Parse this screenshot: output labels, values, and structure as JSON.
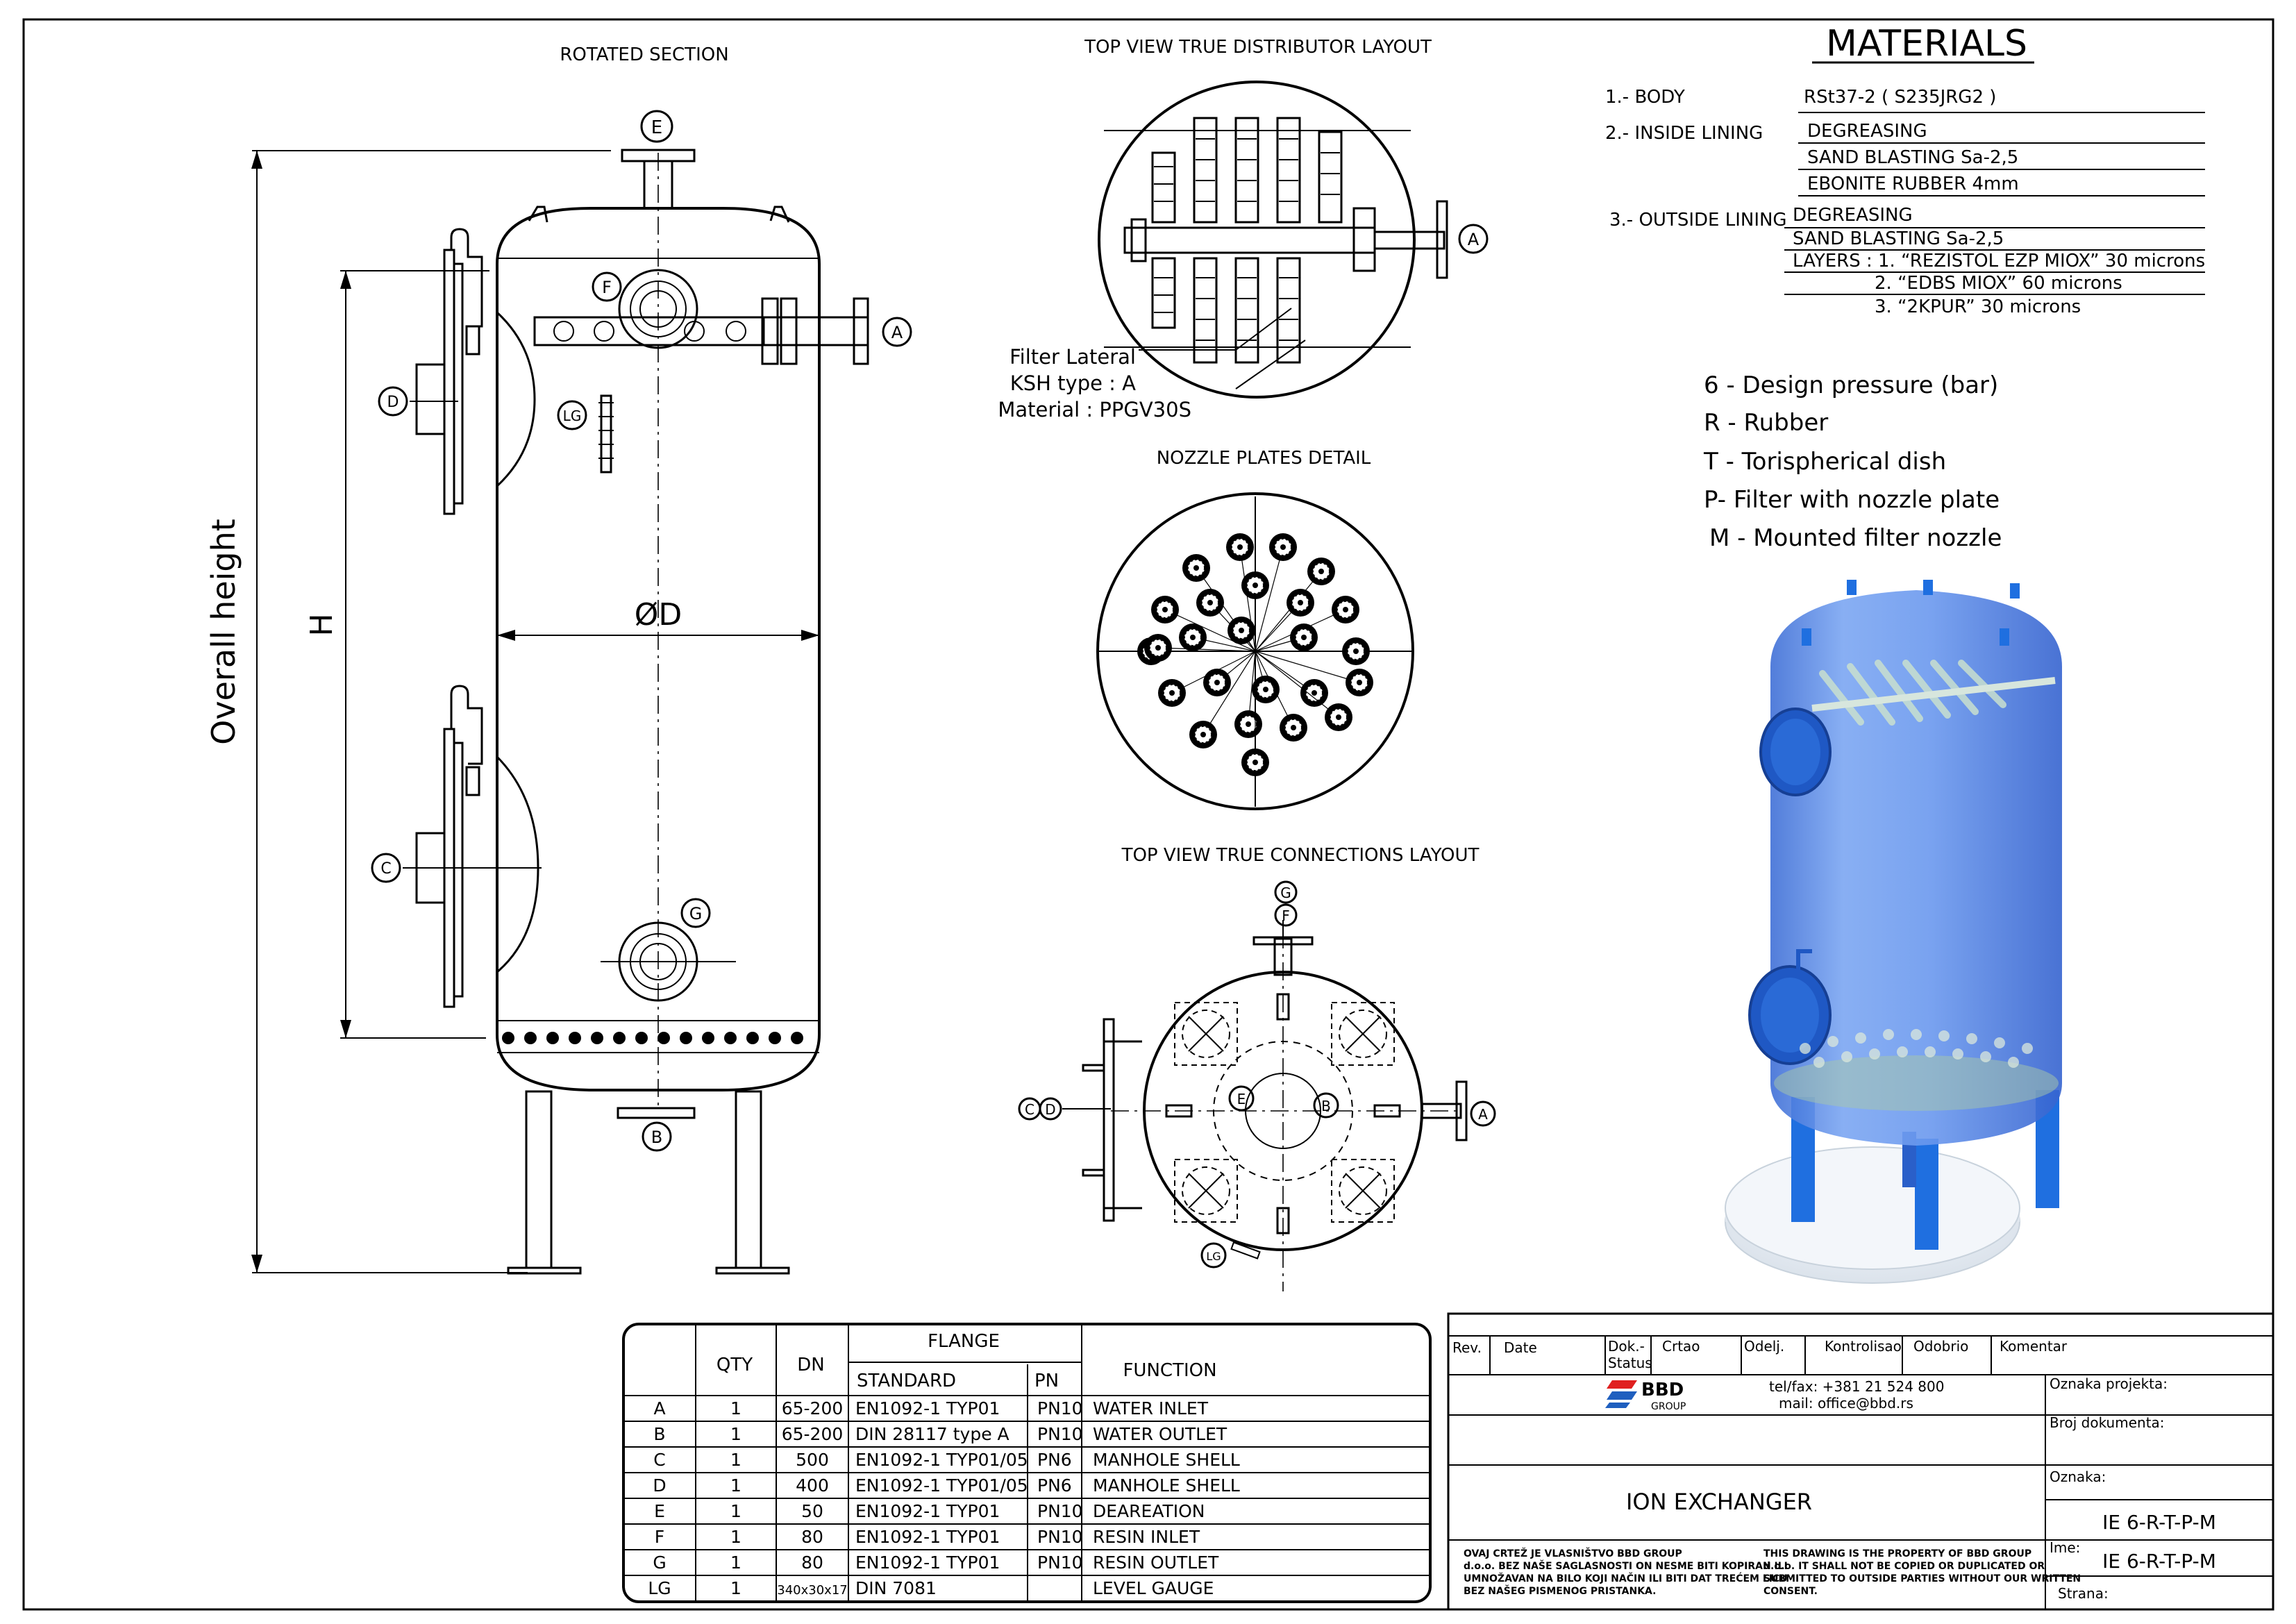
{
  "views": {
    "rotated_section": "ROTATED SECTION",
    "distributor": "TOP VIEW TRUE DISTRIBUTOR LAYOUT",
    "nozzle_plates": "NOZZLE PLATES DETAIL",
    "connections": "TOP VIEW TRUE CONNECTIONS LAYOUT"
  },
  "dimensions": {
    "overall": "Overall height",
    "h": "H",
    "d": "ØD"
  },
  "filter_note": [
    "Filter Lateral",
    "KSH type : A",
    "Material : PPGV30S"
  ],
  "nozzle_tags": [
    "A",
    "B",
    "C",
    "D",
    "E",
    "F",
    "G",
    "LG"
  ],
  "materials": {
    "title": "MATERIALS",
    "body_label": "1.-  BODY",
    "body_value": "RSt37-2 ( S235JRG2 )",
    "inside_label": "2.-  INSIDE LINING",
    "inside_lines": [
      "DEGREASING",
      "SAND BLASTING Sa-2,5",
      "EBONITE RUBBER 4mm"
    ],
    "outside_label": "3.- OUTSIDE LINING",
    "outside_lines": [
      "DEGREASING",
      "SAND BLASTING Sa-2,5",
      "LAYERS :  1.  “REZISTOL EZP MIOX” 30 microns",
      "2. “EDBS MIOX” 60 microns",
      "3. “2KPUR” 30 microns"
    ]
  },
  "legend": [
    "6 - Design pressure (bar)",
    "R - Rubber",
    "T - Torispherical dish",
    "P- Filter with nozzle plate",
    "M - Mounted filter nozzle"
  ],
  "nozzle_table": {
    "headers": {
      "qty": "QTY",
      "dn": "DN",
      "flange": "FLANGE",
      "standard": "STANDARD",
      "pn": "PN",
      "function": "FUNCTION"
    },
    "rows": [
      {
        "tag": "A",
        "qty": "1",
        "dn": "65-200",
        "standard": "EN1092-1 TYP01",
        "pn": "PN10",
        "function": "WATER INLET"
      },
      {
        "tag": "B",
        "qty": "1",
        "dn": "65-200",
        "standard": "DIN 28117 type A",
        "pn": "PN10",
        "function": "WATER OUTLET"
      },
      {
        "tag": "C",
        "qty": "1",
        "dn": "500",
        "standard": "EN1092-1 TYP01/05",
        "pn": "PN6",
        "function": "MANHOLE SHELL"
      },
      {
        "tag": "D",
        "qty": "1",
        "dn": "400",
        "standard": "EN1092-1 TYP01/05",
        "pn": "PN6",
        "function": "MANHOLE SHELL"
      },
      {
        "tag": "E",
        "qty": "1",
        "dn": "50",
        "standard": "EN1092-1 TYP01",
        "pn": "PN10",
        "function": "DEAREATION"
      },
      {
        "tag": "F",
        "qty": "1",
        "dn": "80",
        "standard": "EN1092-1 TYP01",
        "pn": "PN10",
        "function": "RESIN INLET"
      },
      {
        "tag": "G",
        "qty": "1",
        "dn": "80",
        "standard": "EN1092-1 TYP01",
        "pn": "PN10",
        "function": "RESIN OUTLET"
      },
      {
        "tag": "LG",
        "qty": "1",
        "dn": "340x30x17",
        "standard": "DIN 7081",
        "pn": "",
        "function": "LEVEL GAUGE"
      }
    ]
  },
  "title_block": {
    "rev": "Rev.",
    "date": "Date",
    "dok": "Dok.-",
    "status": "Status",
    "crtao": "Crtao",
    "odelj": "Odelj.",
    "kontrolisao": "Kontrolisao",
    "odobrio": "Odobrio",
    "komentar": "Komentar",
    "logo": "BBD",
    "logo_sub": "GROUP",
    "tel": "tel/fax: +381 21 524 800",
    "mail": "mail: office@bbd.rs",
    "oznaka_projekta": "Oznaka projekta:",
    "broj_dokumenta": "Broj dokumenta:",
    "oznaka": "Oznaka:",
    "ime": "Ime:",
    "strana": "Strana:",
    "title": "ION EXCHANGER",
    "code1": "IE 6-R-T-P-M",
    "code2": "IE 6-R-T-P-M",
    "note_sr": [
      "OVAJ CRTEŽ JE VLASNIŠTVO BBD GROUP",
      "d.o.o. BEZ NAŠE SAGLASNOSTI ON NESME BITI KOPIRAN ILI",
      "UMNOŽAVAN NA BILO KOJI NAČIN ILI BITI DAT TREĆEM LICU",
      "BEZ NAŠEG PISMENOG PRISTANKA."
    ],
    "note_en": [
      "THIS DRAWING IS THE PROPERTY OF BBD GROUP",
      "d.o.o. IT SHALL NOT BE COPIED OR DUPLICATED OR",
      "SUBMITTED TO OUTSIDE PARTIES WITHOUT OUR WRITTEN",
      "CONSENT."
    ]
  },
  "colors": {
    "tank_blue": "#5b8fe8",
    "leg_blue": "#1f6fe0",
    "brand_red": "#e02020",
    "brand_blue": "#1f5fbf"
  }
}
